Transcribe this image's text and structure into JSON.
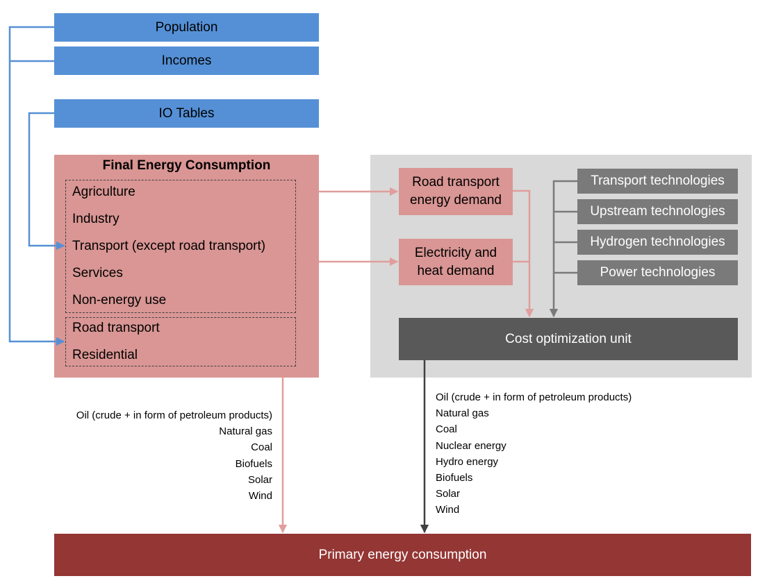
{
  "inputs": {
    "population": "Population",
    "incomes": "Incomes",
    "io_tables": "IO Tables"
  },
  "final_energy": {
    "title": "Final Energy Consumption",
    "group1": [
      "Agriculture",
      "Industry",
      "Transport (except road transport)",
      "Services",
      "Non-energy use"
    ],
    "group2": [
      "Road transport",
      "Residential"
    ]
  },
  "demand": {
    "road_transport": "Road transport energy demand",
    "electricity_heat": "Electricity and heat demand"
  },
  "technologies": [
    "Transport technologies",
    "Upstream technologies",
    "Hydrogen technologies",
    "Power technologies"
  ],
  "cost_unit": "Cost optimization unit",
  "left_fuels": [
    "Oil (crude + in form of petroleum products)",
    "Natural gas",
    "Coal",
    "Biofuels",
    "Solar",
    "Wind"
  ],
  "right_fuels": [
    "Oil (crude + in form of petroleum products)",
    "Natural gas",
    "Coal",
    "Nuclear energy",
    "Hydro energy",
    "Biofuels",
    "Solar",
    "Wind"
  ],
  "primary": "Primary energy consumption",
  "colors": {
    "input_blue": "#5590d6",
    "final_pink": "#d99694",
    "arrow_pink": "#e09e9c",
    "tech_grey": "#7a7a7a",
    "panel_grey": "#d9d9d9",
    "cost_dark": "#595959",
    "primary_red": "#943634"
  }
}
